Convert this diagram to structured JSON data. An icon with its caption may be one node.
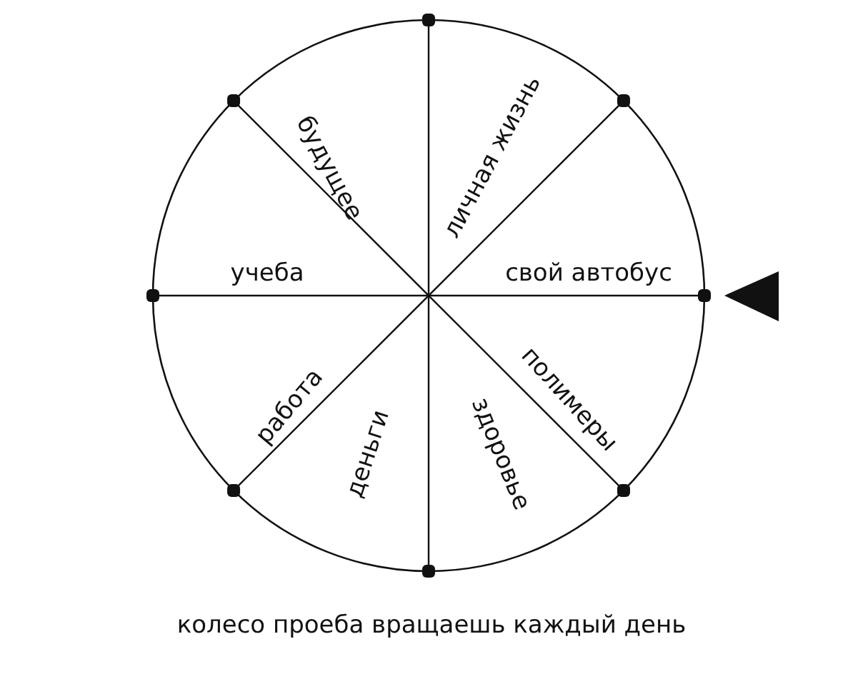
{
  "diagram": {
    "caption": "колесо проеба вращаешь каждый день",
    "labels": [
      "будущее",
      "личная жизнь",
      "учеба",
      "свой автобус",
      "работа",
      "деньги",
      "здоровье",
      "полимеры"
    ]
  }
}
